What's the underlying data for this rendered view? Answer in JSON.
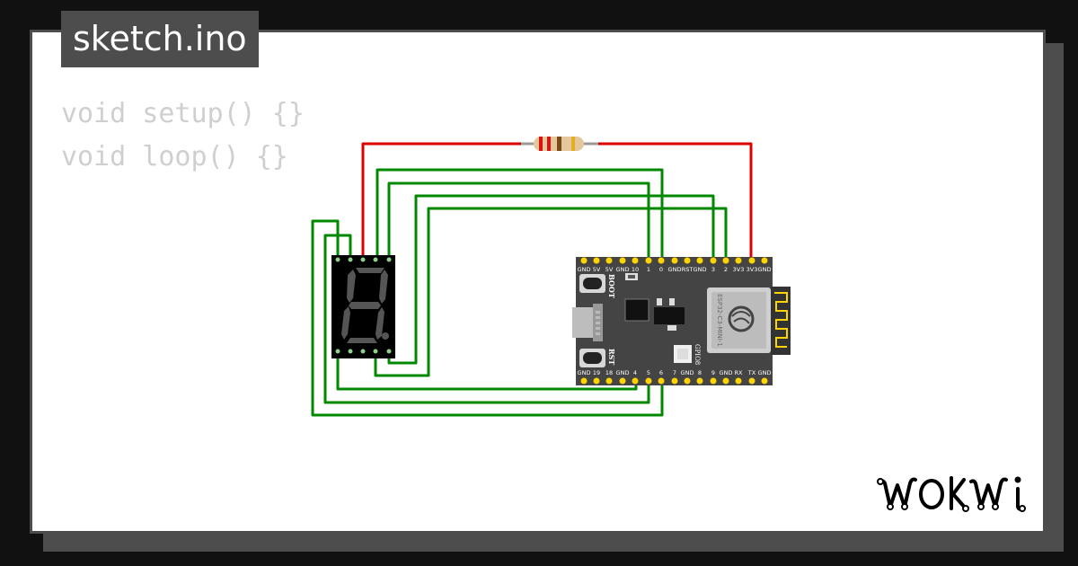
{
  "sketch_tab": {
    "title": "sketch.ino"
  },
  "code_lines": [
    "void setup() {}",
    "void loop() {}"
  ],
  "board": {
    "top_pins": [
      "GND",
      "5V",
      "5V",
      "GND",
      "10",
      "1",
      "0",
      "GND",
      "RST",
      "GND",
      "3",
      "2",
      "3V3",
      "3V3",
      "GND"
    ],
    "bottom_pins": [
      "GND",
      "19",
      "18",
      "GND",
      "4",
      "5",
      "6",
      "7",
      "GND",
      "8",
      "9",
      "GND",
      "RX",
      "TX",
      "GND"
    ],
    "boot_label": "BOOT",
    "rst_label": "RST",
    "gpio_label": "GPIO8",
    "module_label": "ESP32-C3-MINI-1"
  },
  "brand": {
    "name": "WOKWI"
  },
  "colors": {
    "wire_red": "#dd0000",
    "wire_green": "#008800",
    "pin_gold": "#ffd400",
    "board": "#444444"
  }
}
